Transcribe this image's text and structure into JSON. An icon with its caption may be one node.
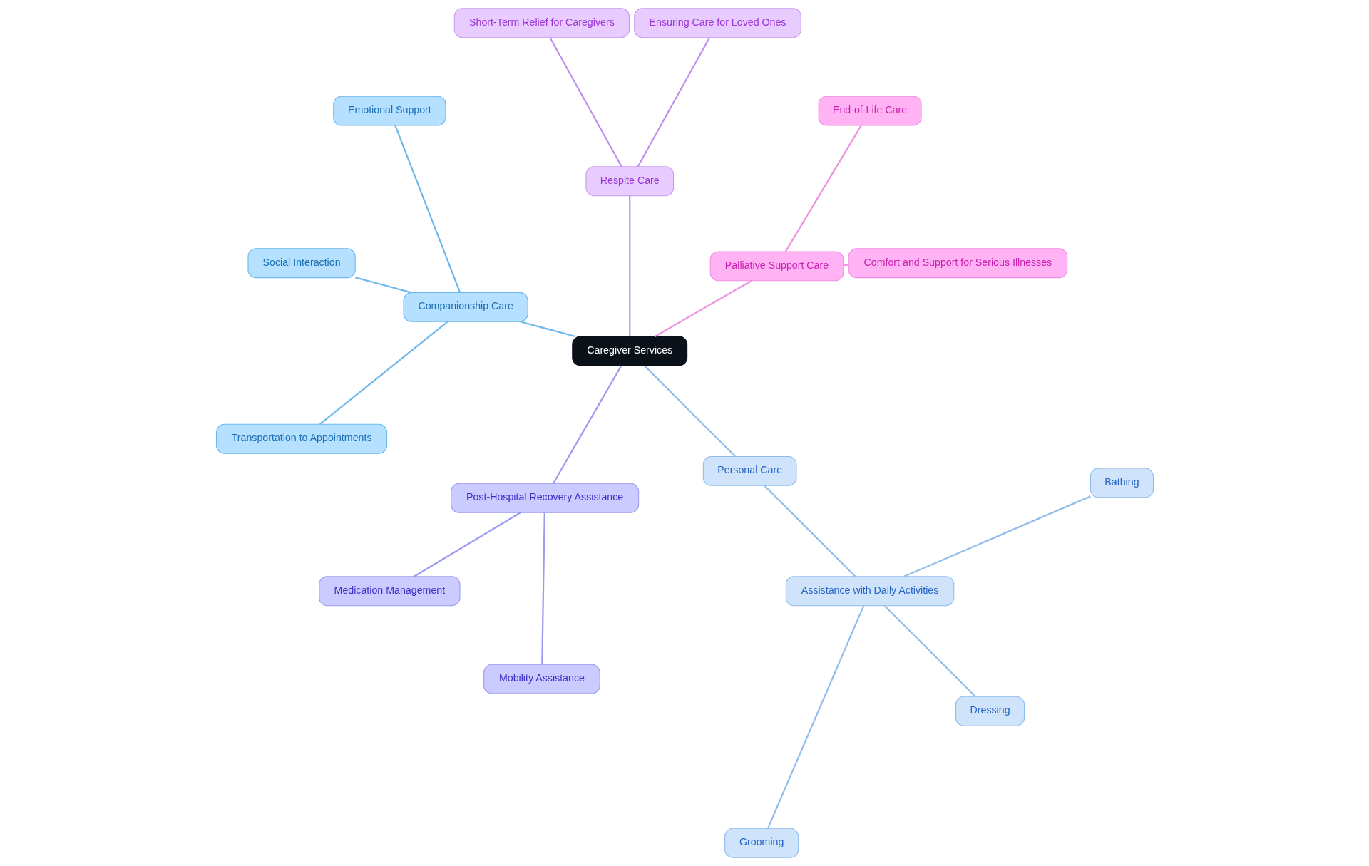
{
  "diagram": {
    "nodes": [
      {
        "text": [
          "Caregiver Services"
        ]
      },
      {
        "text": [
          "Palliative Support Care"
        ]
      },
      {
        "text": [
          "Comfort and Support for Serious Illnesses"
        ]
      },
      {
        "text": [
          "End-of-Life Care"
        ]
      },
      {
        "text": [
          "Respite Care"
        ]
      },
      {
        "text": [
          "Ensuring Care for Loved Ones"
        ]
      },
      {
        "text": [
          "Short-Term Relief for Caregivers"
        ]
      },
      {
        "text": [
          "Companionship Care"
        ]
      },
      {
        "text": [
          "Emotional Support"
        ]
      },
      {
        "text": [
          "Social Interaction"
        ]
      },
      {
        "text": [
          "Transportation to Appointments"
        ]
      },
      {
        "text": [
          "Post-Hospital Recovery Assistance"
        ]
      },
      {
        "text": [
          "Medication Management"
        ]
      },
      {
        "text": [
          "Mobility Assistance"
        ]
      },
      {
        "text": [
          "Personal Care"
        ]
      },
      {
        "text": [
          "Assistance with Daily Activities"
        ]
      },
      {
        "text": [
          "Grooming"
        ]
      },
      {
        "text": [
          "Dressing"
        ]
      },
      {
        "text": [
          "Bathing"
        ]
      }
    ],
    "edges": [
      {
        "from": 0,
        "to": 1,
        "arrow": "none",
        "color": "#f08ee0"
      },
      {
        "from": 1,
        "to": 2,
        "arrow": "none",
        "color": "#f08ee0"
      },
      {
        "from": 1,
        "to": 3,
        "arrow": "none",
        "color": "#f08ee0"
      },
      {
        "from": 0,
        "to": 4,
        "arrow": "none",
        "color": "#c08ef0"
      },
      {
        "from": 4,
        "to": 5,
        "arrow": "none",
        "color": "#c08ef0"
      },
      {
        "from": 4,
        "to": 6,
        "arrow": "none",
        "color": "#c08ef0"
      },
      {
        "from": 0,
        "to": 7,
        "arrow": "none",
        "color": "#6cb8ec"
      },
      {
        "from": 7,
        "to": 8,
        "arrow": "none",
        "color": "#6cb8ec"
      },
      {
        "from": 7,
        "to": 9,
        "arrow": "none",
        "color": "#6cb8ec"
      },
      {
        "from": 7,
        "to": 10,
        "arrow": "none",
        "color": "#6cb8ec"
      },
      {
        "from": 0,
        "to": 11,
        "arrow": "none",
        "color": "#9a9af0"
      },
      {
        "from": 11,
        "to": 12,
        "arrow": "none",
        "color": "#9a9af0"
      },
      {
        "from": 11,
        "to": 13,
        "arrow": "none",
        "color": "#9a9af0"
      },
      {
        "from": 0,
        "to": 14,
        "arrow": "none",
        "color": "#90bcec"
      },
      {
        "from": 14,
        "to": 15,
        "arrow": "none",
        "color": "#90bcec"
      },
      {
        "from": 15,
        "to": 16,
        "arrow": "none",
        "color": "#90bcec"
      },
      {
        "from": 15,
        "to": 17,
        "arrow": "none",
        "color": "#90bcec"
      },
      {
        "from": 15,
        "to": 18,
        "arrow": "none",
        "color": "#90bcec"
      }
    ]
  }
}
